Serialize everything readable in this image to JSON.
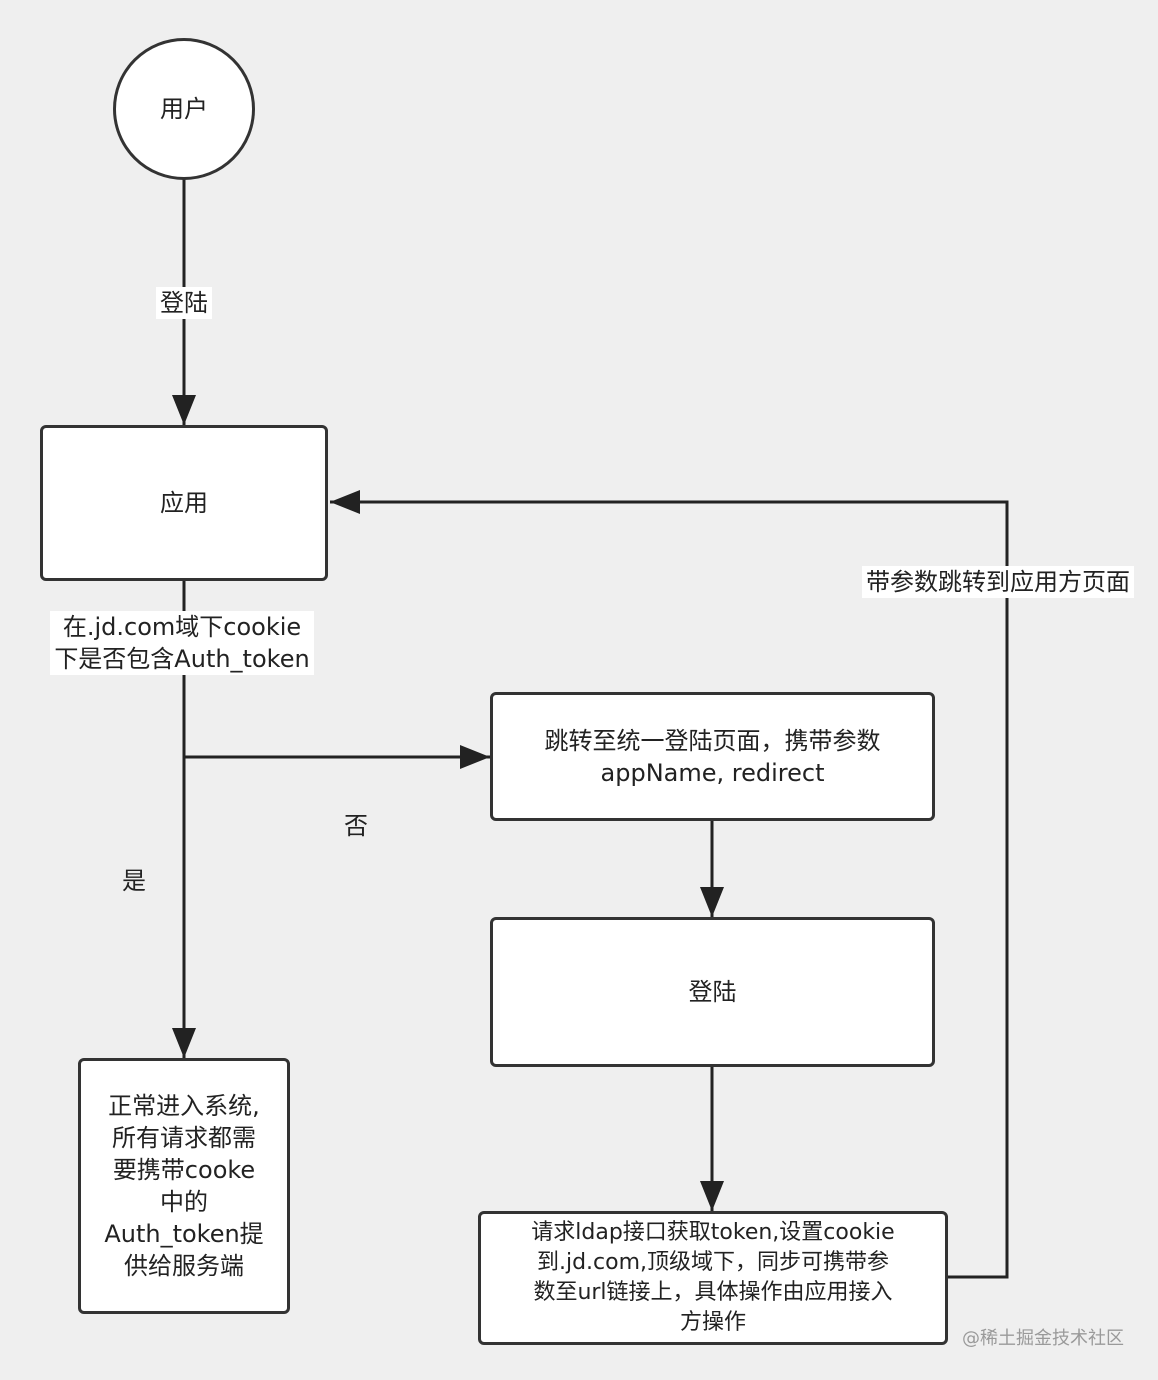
{
  "nodes": {
    "user": "用户",
    "app": "应用",
    "redirect_line1": "跳转至统一登陆页面，携带参数",
    "redirect_line2": "appName, redirect",
    "login": "登陆",
    "normal_line1": "正常进入系统,",
    "normal_line2": "所有请求都需",
    "normal_line3": "要携带cooke",
    "normal_line4": "中的",
    "normal_line5": "Auth_token提",
    "normal_line6": "供给服务端",
    "ldap_line1": "请求ldap接口获取token,设置cookie",
    "ldap_line2": "到.jd.com,顶级域下，同步可携带参",
    "ldap_line3": "数至url链接上，具体操作由应用接入",
    "ldap_line4": "方操作"
  },
  "edges": {
    "login_edge": "登陆",
    "cookie_check_line1": "在.jd.com域下cookie",
    "cookie_check_line2": "下是否包含Auth_token",
    "no": "否",
    "yes": "是",
    "back_to_app": "带参数跳转到应用方页面"
  },
  "watermark": "@稀土掘金技术社区"
}
